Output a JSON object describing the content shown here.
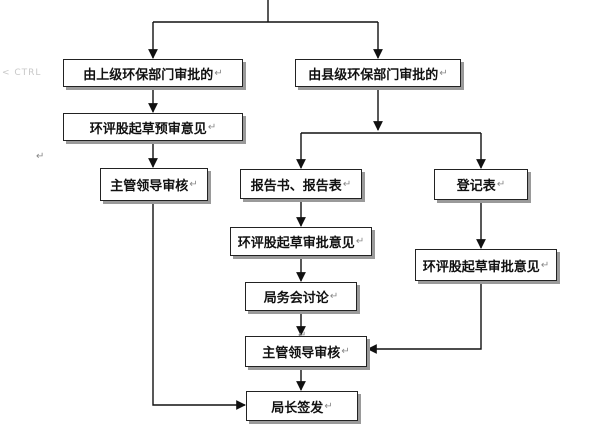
{
  "nodes": {
    "upper_level": "由上级环保部门审批的",
    "county_level": "由县级环保部门审批的",
    "draft_pre_review": "环评股起草预审意见",
    "supervisor_review_left": "主管领导审核",
    "report_forms": "报告书、报告表",
    "registration_form": "登记表",
    "draft_approval_center": "环评股起草审批意见",
    "draft_approval_right": "环评股起草审批意见",
    "bureau_meeting": "局务会讨论",
    "supervisor_review_center": "主管领导审核",
    "director_sign": "局长签发"
  },
  "paragraph_mark": "↵",
  "faint_text": "< CTRL"
}
